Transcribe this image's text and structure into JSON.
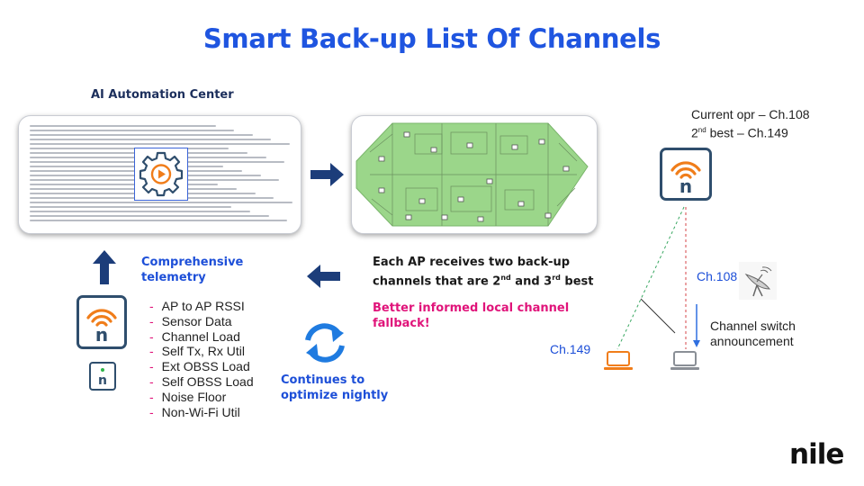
{
  "title": "Smart Back-up List Of Channels",
  "ai_center": {
    "label": "AI Automation Center"
  },
  "telemetry": {
    "line1": "Comprehensive",
    "line2": "telemetry"
  },
  "metrics": [
    "AP to AP RSSI",
    "Sensor Data",
    "Channel Load",
    "Self Tx, Rx Util",
    "Ext OBSS Load",
    "Self OBSS Load",
    "Noise Floor",
    "Non-Wi-Fi Util"
  ],
  "backup": {
    "line1": "Each AP receives two back-up",
    "line2_a": "channels that are 2",
    "sup_nd": "nd",
    "line2_b": " and 3",
    "sup_rd": "rd",
    "line2_c": " best"
  },
  "fallback": {
    "line1": "Better informed local channel",
    "line2": "fallback!"
  },
  "optimize": {
    "line1": "Continues to",
    "line2": "optimize nightly"
  },
  "current_channels": {
    "line1": "Current opr – Ch.108",
    "line2_prefix": "2",
    "line2_sup": "nd",
    "line2_suffix": " best – Ch.149"
  },
  "ch108_label": "Ch.108",
  "ch149_label": "Ch.149",
  "switch_announcement": {
    "line1": "Channel switch",
    "line2": "announcement"
  },
  "ap_glyph": "n",
  "brand": "nile",
  "colors": {
    "title_blue": "#1f55e0",
    "navy": "#1c2f5c",
    "accent_pink": "#e0147a",
    "wifi_orange": "#f07d1a",
    "floorplan_green": "#9bd68a",
    "arrow_navy": "#1c3d7a"
  },
  "icons": [
    "gear-play-icon",
    "arrow-right-icon",
    "arrow-up-icon",
    "arrow-left-icon",
    "refresh-icon",
    "satellite-dish-icon",
    "laptop-icon",
    "access-point-icon"
  ]
}
